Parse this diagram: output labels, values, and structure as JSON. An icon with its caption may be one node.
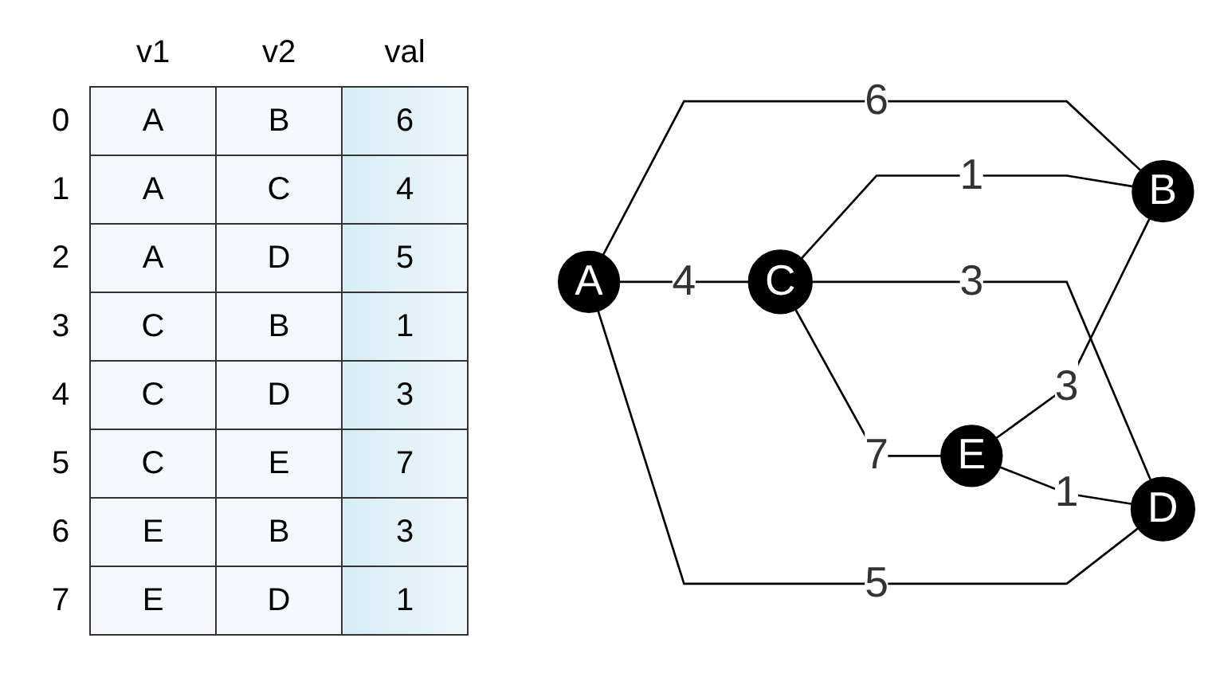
{
  "diagram": {
    "nodes": [
      {
        "text": [
          "B"
        ]
      },
      {
        "text": [
          "A"
        ]
      },
      {
        "text": [
          "C"
        ]
      },
      {
        "text": [
          "E"
        ]
      },
      {
        "text": [
          "D"
        ]
      }
    ],
    "edges": [
      {
        "from": 1,
        "to": 0,
        "arrow": "none",
        "label": "6"
      },
      {
        "from": 1,
        "to": 2,
        "arrow": "none",
        "label": "4"
      },
      {
        "from": 1,
        "to": 4,
        "arrow": "none",
        "label": "5"
      },
      {
        "from": 2,
        "to": 0,
        "arrow": "none",
        "label": "1"
      },
      {
        "from": 2,
        "to": 4,
        "arrow": "none",
        "label": "3"
      },
      {
        "from": 2,
        "to": 3,
        "arrow": "none",
        "label": "7"
      },
      {
        "from": 3,
        "to": 0,
        "arrow": "none",
        "label": "3"
      },
      {
        "from": 3,
        "to": 4,
        "arrow": "none",
        "label": "1"
      }
    ],
    "labels": [
      "v1",
      "v2",
      "val",
      "0",
      "A",
      "B",
      "6",
      "1",
      "A",
      "C",
      "4",
      "2",
      "A",
      "D",
      "5",
      "3",
      "C",
      "B",
      "1",
      "4",
      "C",
      "D",
      "3",
      "5",
      "C",
      "E",
      "7",
      "6",
      "E",
      "B",
      "3",
      "7",
      "E",
      "D",
      "1"
    ]
  }
}
